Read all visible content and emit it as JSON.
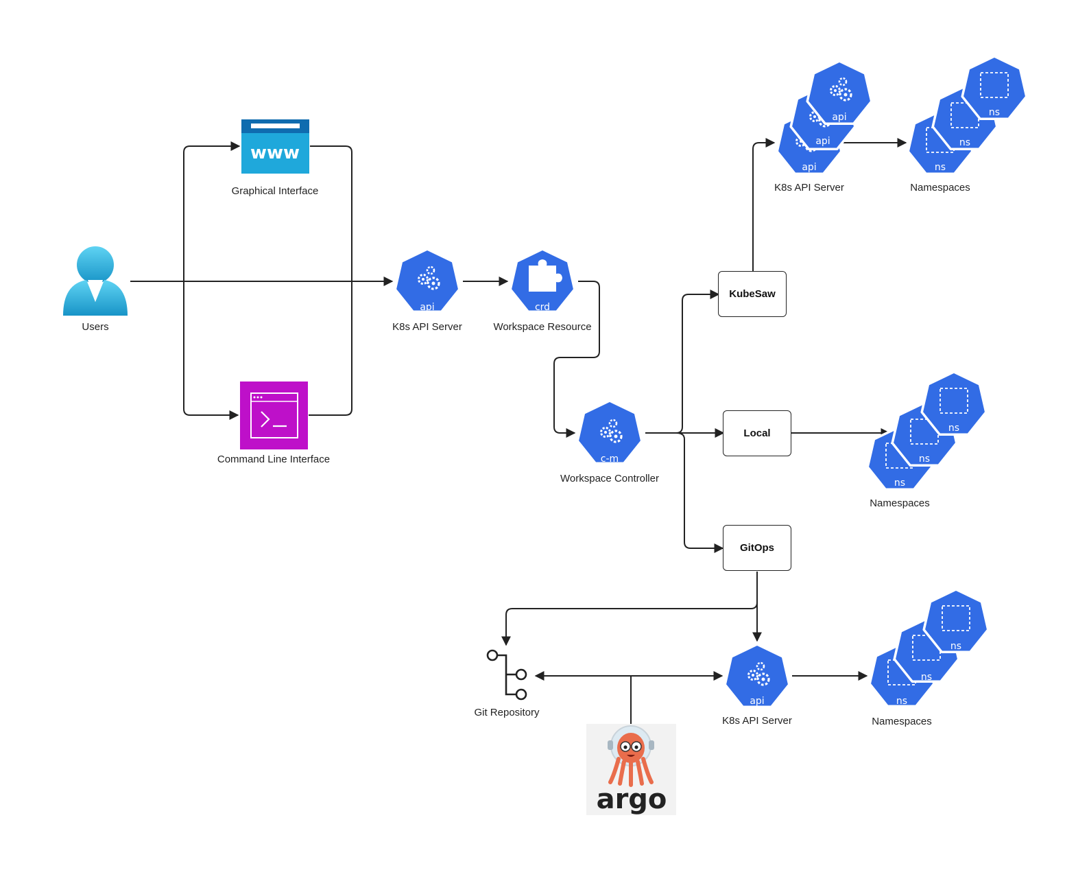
{
  "nodes": {
    "users": {
      "label": "Users"
    },
    "gui": {
      "label": "Graphical Interface",
      "icon": "www"
    },
    "cli": {
      "label": "Command Line Interface"
    },
    "api_main": {
      "label": "K8s API Server",
      "badge": "api"
    },
    "crd": {
      "label": "Workspace Resource",
      "badge": "crd"
    },
    "controller": {
      "label": "Workspace Controller",
      "badge": "c-m"
    },
    "kubesaw": {
      "label": "KubeSaw"
    },
    "local": {
      "label": "Local"
    },
    "gitops": {
      "label": "GitOps"
    },
    "api_kubesaw": {
      "label": "K8s API Server",
      "badge": "api"
    },
    "ns_kubesaw": {
      "label": "Namespaces",
      "badge": "ns"
    },
    "ns_local": {
      "label": "Namespaces",
      "badge": "ns"
    },
    "git_repo": {
      "label": "Git Repository"
    },
    "api_gitops": {
      "label": "K8s API Server",
      "badge": "api"
    },
    "ns_gitops": {
      "label": "Namespaces",
      "badge": "ns"
    },
    "argo": {
      "label": "argo"
    }
  },
  "colors": {
    "k8s_blue": "#326CE5",
    "gui_blue": "#1FA8DB",
    "cli_magenta": "#BE10C9",
    "argo_orange": "#E96D4C",
    "line": "#222222"
  }
}
